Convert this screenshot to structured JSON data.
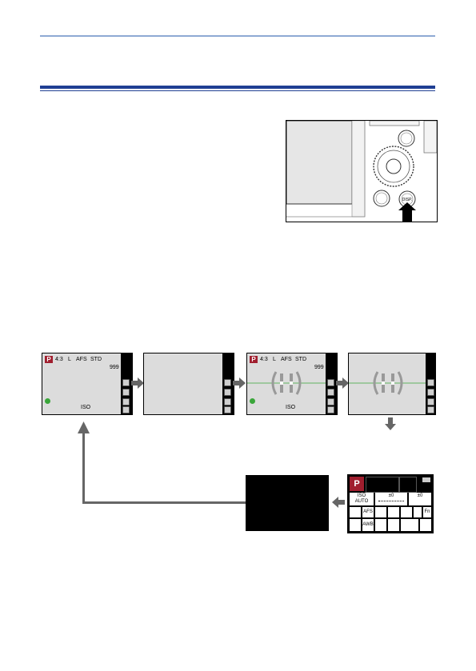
{
  "monitor_screen_1": {
    "mode": "P",
    "top_icons": [
      "4:3",
      "L",
      "AFS",
      "STD"
    ],
    "shots_remaining": "999",
    "bottom_label": "ISO"
  },
  "monitor_screen_3": {
    "mode": "P",
    "top_icons": [
      "4:3",
      "L",
      "AFS",
      "STD"
    ],
    "shots_remaining": "999",
    "bottom_label": "ISO"
  },
  "control_panel": {
    "mode": "P",
    "battery_icon": "battery-icon",
    "iso_label": "ISO",
    "iso_value": "AUTO",
    "exposure_label": "±0",
    "flash_value": "±0",
    "row1": [
      "AFS",
      "",
      "",
      "",
      "",
      "Fn"
    ],
    "row2": [
      "AWB",
      "",
      "",
      "",
      ""
    ]
  },
  "camera_button_label": "DISP.",
  "colors": {
    "rule_light": "#8eaad4",
    "rule_dark": "#1f3f93",
    "mode_badge": "#a01e2e",
    "level_line": "#3aa63a",
    "arrow": "#666666"
  }
}
